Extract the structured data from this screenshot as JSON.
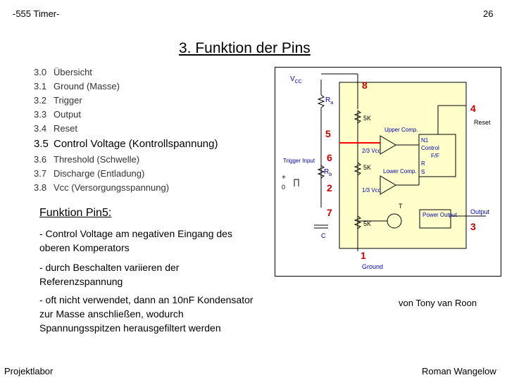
{
  "header": {
    "left": "-555 Timer-",
    "page_number": "26"
  },
  "title": "3. Funktion der Pins",
  "toc": [
    {
      "num": "3.0",
      "label": "Übersicht"
    },
    {
      "num": "3.1",
      "label": "Ground (Masse)"
    },
    {
      "num": "3.2",
      "label": "Trigger"
    },
    {
      "num": "3.3",
      "label": "Output"
    },
    {
      "num": "3.4",
      "label": "Reset"
    },
    {
      "num": "3.5",
      "label": "Control Voltage (Kontrollspannung)"
    },
    {
      "num": "3.6",
      "label": "Threshold (Schwelle)"
    },
    {
      "num": "3.7",
      "label": "Discharge (Entladung)"
    },
    {
      "num": "3.8",
      "label": "Vcc (Versorgungsspannung)"
    }
  ],
  "section_title": "Funktion Pin5:",
  "bullets": [
    "- Control Voltage am negativen Eingang des oberen Komperators",
    "- durch Beschalten variieren der Referenzspannung",
    "- oft nicht verwendet, dann an 10nF Kondensator zur Masse anschließen, wodurch Spannungsspitzen herausgefiltert werden"
  ],
  "diagram": {
    "vcc_label": "V",
    "vcc_sub": "CC",
    "pin8": "8",
    "ra": "R",
    "ra_sub": "a",
    "r1": "5K",
    "pin4": "4",
    "reset": "Reset",
    "pin5": "5",
    "upper_comp": "Upper Comp.",
    "two_thirds": "2/3 Vcc",
    "ff_n1": "N1",
    "ff_control": "Control",
    "ff_ff": "F/F",
    "ff_r": "R",
    "ff_s": "S",
    "trigger_input": "Trigger Input",
    "pin6": "6",
    "rb": "R",
    "rb_sub": "b",
    "r2": "5K",
    "lower_comp": "Lower Comp.",
    "one_third": "1/3 Vcc",
    "plus": "+",
    "zero": "0",
    "pin2": "2",
    "pin7": "7",
    "t": "T",
    "power_output": "Power Output",
    "output": "Output",
    "pin3": "3",
    "r3": "5K",
    "c": "C",
    "pin1": "1",
    "ground": "Ground",
    "colors": {
      "chip": "#FFFFCC",
      "pins": "#CC0000",
      "text": "#0000AA",
      "wire_highlight": "#FF0000"
    }
  },
  "credit": "von Tony van Roon",
  "footer": {
    "left": "Projektlabor",
    "right": "Roman Wangelow"
  }
}
